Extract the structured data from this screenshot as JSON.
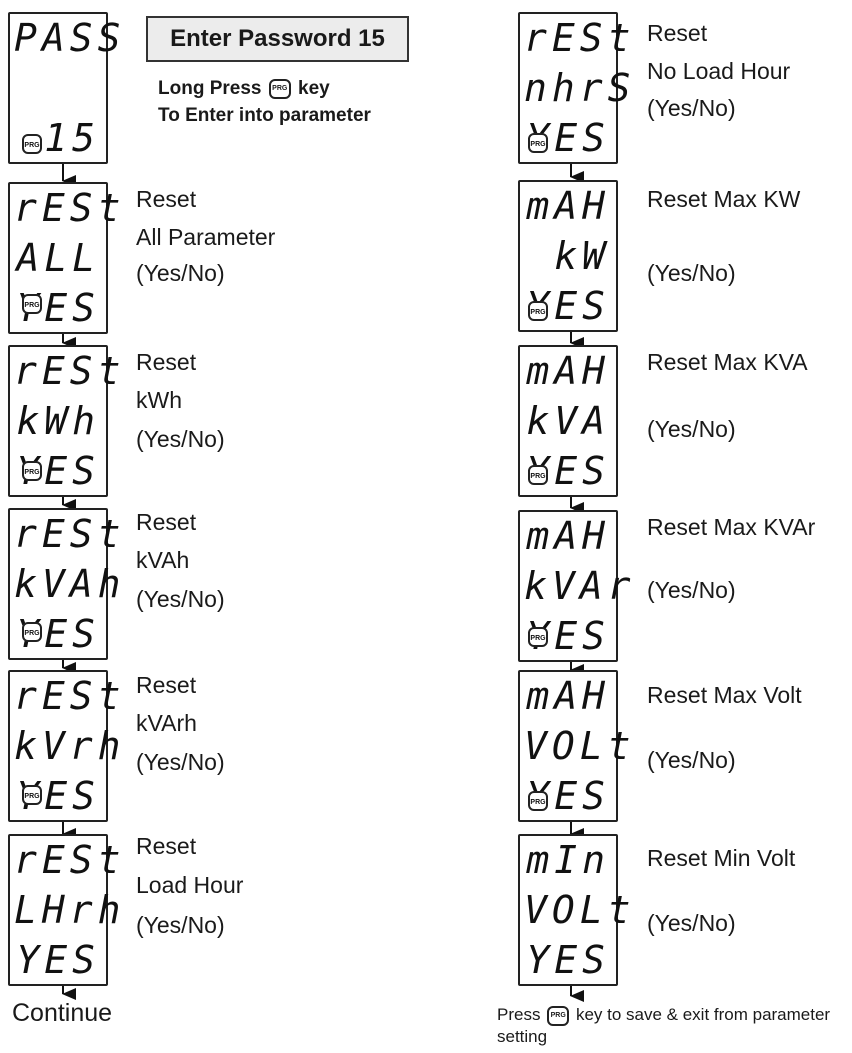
{
  "password_box": "Enter Password 15",
  "instructions": {
    "line1_pre": "Long Press",
    "line1_post": "key",
    "line2": "To Enter into parameter"
  },
  "prg_label": "PRG",
  "left_column": [
    {
      "d1": "PASS",
      "d2": "",
      "d3": "15",
      "desc1": "",
      "desc2": "",
      "desc3": ""
    },
    {
      "d1": "rESt",
      "d2": "ALL",
      "d3": "YES",
      "desc1": "Reset",
      "desc2": "All Parameter",
      "desc3": "(Yes/No)"
    },
    {
      "d1": "rESt",
      "d2": "kWh",
      "d3": "YES",
      "desc1": "Reset",
      "desc2": "kWh",
      "desc3": "(Yes/No)"
    },
    {
      "d1": "rESt",
      "d2": "kVAh",
      "d3": "YES",
      "desc1": "Reset",
      "desc2": "kVAh",
      "desc3": "(Yes/No)"
    },
    {
      "d1": "rESt",
      "d2": "kVrh",
      "d3": "YES",
      "desc1": "Reset",
      "desc2": "kVArh",
      "desc3": "(Yes/No)"
    },
    {
      "d1": "rESt",
      "d2": "LHrh",
      "d3": "YES",
      "desc1": "Reset",
      "desc2": "Load Hour",
      "desc3": "(Yes/No)"
    }
  ],
  "right_column": [
    {
      "d1": "rESt",
      "d2": "nhrS",
      "d3": "YES",
      "desc1": "Reset",
      "desc2": "No Load Hour",
      "desc3": "(Yes/No)"
    },
    {
      "d1": "mAH",
      "d2": "kW",
      "d3": "YES",
      "desc1": "Reset Max KW",
      "desc2": "",
      "desc3": "(Yes/No)"
    },
    {
      "d1": "mAH",
      "d2": "kVA",
      "d3": "YES",
      "desc1": "Reset Max KVA",
      "desc2": "",
      "desc3": "(Yes/No)"
    },
    {
      "d1": "mAH",
      "d2": "kVAr",
      "d3": "YES",
      "desc1": "Reset Max KVAr",
      "desc2": "",
      "desc3": "(Yes/No)"
    },
    {
      "d1": "mAH",
      "d2": "VOLt",
      "d3": "YES",
      "desc1": "Reset Max Volt",
      "desc2": "",
      "desc3": "(Yes/No)"
    },
    {
      "d1": "mIn",
      "d2": "VOLt",
      "d3": "YES",
      "desc1": "Reset Min Volt",
      "desc2": "",
      "desc3": "(Yes/No)"
    }
  ],
  "continue_label": "Continue",
  "final_note": {
    "pre": "Press",
    "post": "key to save & exit from parameter setting"
  }
}
